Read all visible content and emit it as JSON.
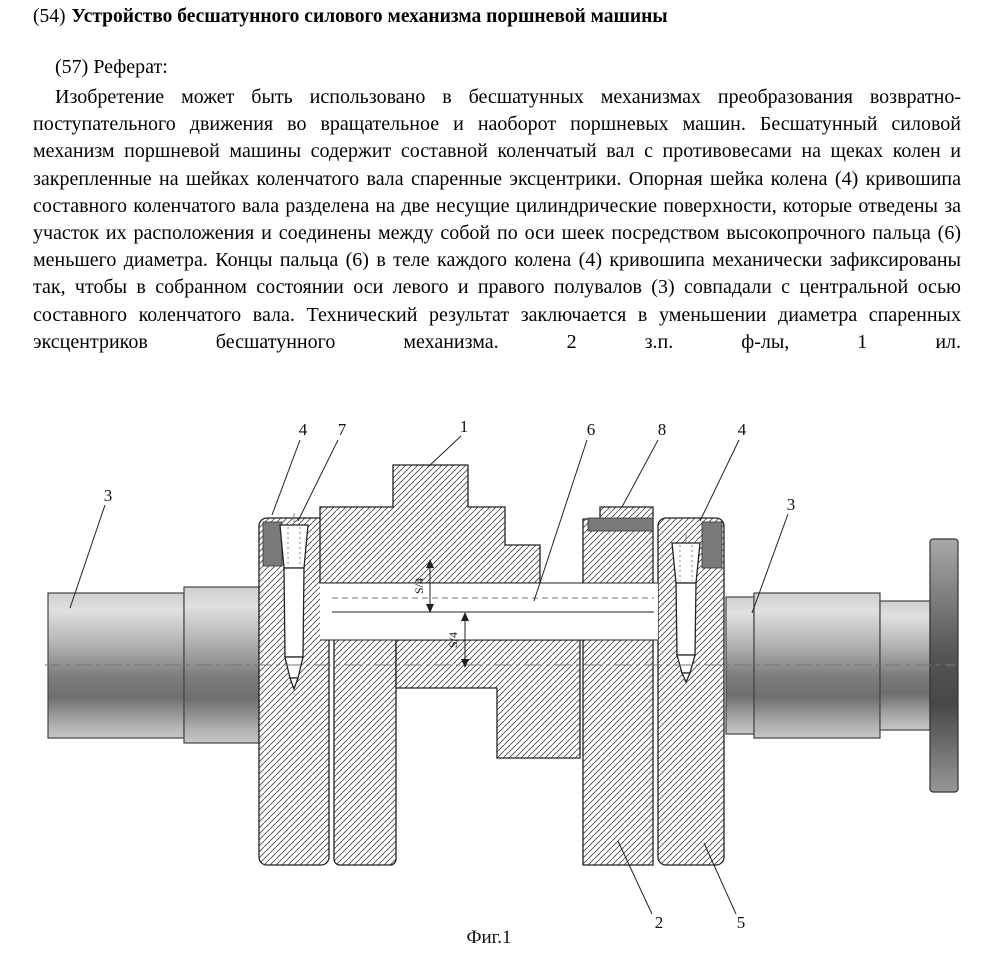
{
  "header": {
    "code": "(54)",
    "title": "Устройство бесшатунного силового механизма поршневой машины"
  },
  "abstract": {
    "heading": "(57) Реферат:",
    "body": "Изобретение может быть использовано в бесшатунных механизмах преобразования возвратно-поступательного движения во вращательное и наоборот поршневых машин. Бесшатунный силовой механизм поршневой машины содержит составной коленчатый вал с противовесами на щеках колен и закрепленные на шейках коленчатого вала спаренные эксцентрики. Опорная шейка колена (4) кривошипа составного коленчатого вала разделена на две несущие цилиндрические поверхности, которые отведены за участок их расположения и соединены между собой по оси шеек посредством высокопрочного пальца (6) меньшего диаметра. Концы пальца (6) в теле каждого колена (4) кривошипа механически зафиксированы так, чтобы в собранном состоянии оси левого и правого полувалов (3) совпадали с центральной осью составного коленчатого вала. Технический результат заключается в уменьшении диаметра спаренных эксцентриков бесшатунного механизма. 2 з.п. ф-лы, 1 ил."
  },
  "figure": {
    "caption": "Фиг.1",
    "labels": {
      "n4_left": "4",
      "n7": "7",
      "n1": "1",
      "n6": "6",
      "n8": "8",
      "n4_right": "4",
      "n3_left": "3",
      "n3_right": "3",
      "n2": "2",
      "n5": "5",
      "dim_upper": "S/4",
      "dim_lower": "S/4"
    },
    "colors": {
      "hatch_line": "#4a4a4a",
      "dark_fill": "#7a7a7a"
    }
  }
}
